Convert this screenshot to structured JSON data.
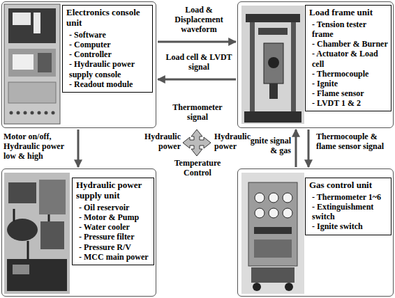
{
  "diagram": {
    "nodes": [
      {
        "text": [
          "Electronics console unit",
          "- Software",
          "- Computer",
          "- Controller",
          "- Hydraulic power supply console",
          "- Readout module"
        ]
      },
      {
        "text": [
          "Load frame unit",
          "- Tension tester frame",
          "- Chamber & Burner",
          "- Actuator & Load cell",
          "- Thermocouple",
          "- Ignite",
          "- Flame sensor",
          "- LVDT 1 & 2"
        ]
      },
      {
        "text": [
          "Hydraulic power supply unit",
          "- Oil reservoir",
          "- Motor & Pump",
          "- Water cooler",
          "- Pressure filter",
          "- Pressure R/V",
          "- MCC main power"
        ]
      },
      {
        "text": [
          "Gas control unit",
          "- Thermometer 1~6",
          "- Extinguishment switch",
          "- Ignite switch"
        ]
      }
    ],
    "edges": [
      {
        "from": 0,
        "to": 1,
        "arrow": "to",
        "label": "Load & Displacement waveform"
      },
      {
        "from": 1,
        "to": 0,
        "arrow": "to",
        "label": "Load cell & LVDT signal"
      },
      {
        "from": 0,
        "to": 2,
        "arrow": "to",
        "label": "Motor on/off, Hydraulic power low & high"
      },
      {
        "from": 3,
        "to": 1,
        "arrow": "to",
        "label": "Ignite signal & gas"
      },
      {
        "from": 1,
        "to": 3,
        "arrow": "to",
        "label": "Thermocouple & flame sensor signal"
      }
    ],
    "labels": [
      "Thermometer signal",
      "Hydraulic power",
      "Hydraulic power",
      "Temperature Control"
    ]
  }
}
